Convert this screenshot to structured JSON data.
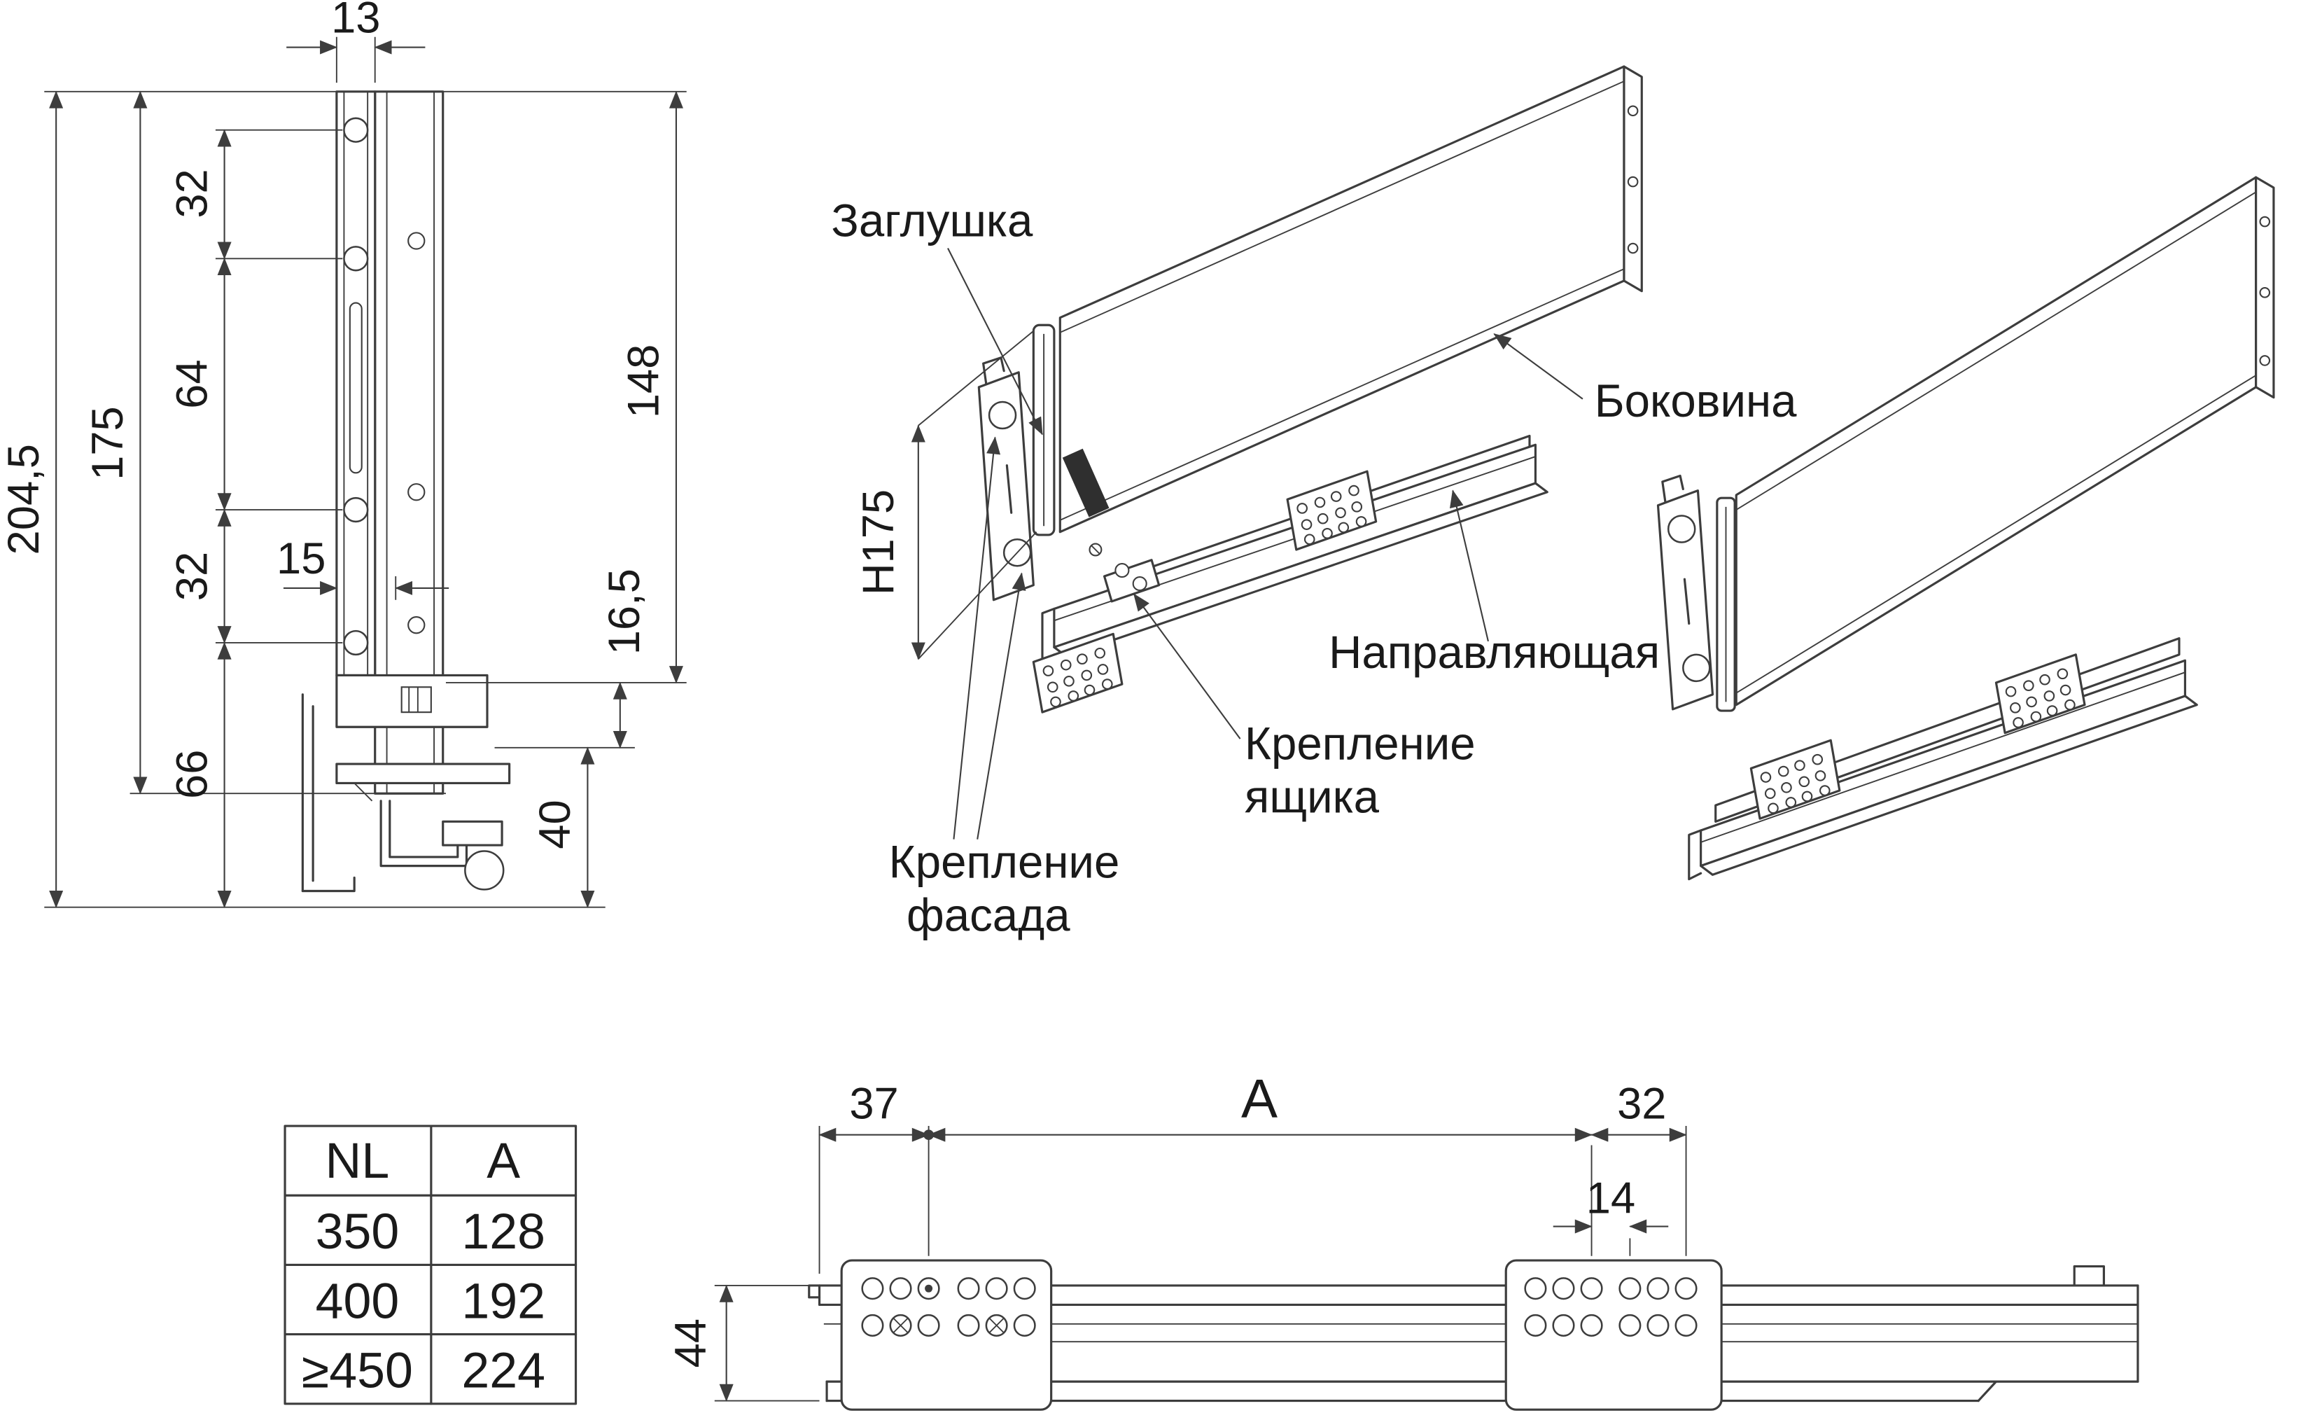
{
  "drawing": {
    "colors": {
      "line": "#3d3d3d",
      "text": "#1a1a1a",
      "background": "#ffffff",
      "badge": "#2f2f2f"
    },
    "side_view": {
      "dim_width_top": "13",
      "dim_total_height": "204,5",
      "dim_height_175": "175",
      "dim_spacing_top": "32",
      "dim_spacing_mid": "64",
      "dim_spacing_low": "32",
      "dim_bottom": "66",
      "dim_front": "15",
      "dim_height_148": "148",
      "dim_height_16_5": "16,5",
      "dim_height_40": "40"
    },
    "exploded_view": {
      "label_cap": "Заглушка",
      "label_side_panel": "Боковина",
      "label_guide_rail": "Направляющая",
      "label_drawer_mount_line1": "Крепление",
      "label_drawer_mount_line2": "ящика",
      "label_facade_mount_line1": "Крепление",
      "label_facade_mount_line2": "фасада",
      "dim_height": "H175"
    },
    "size_table": {
      "headers": [
        "NL",
        "A"
      ],
      "rows": [
        [
          "350",
          "128"
        ],
        [
          "400",
          "192"
        ],
        [
          "≥450",
          "224"
        ]
      ]
    },
    "rail_view": {
      "dim_front": "37",
      "dim_length": "A",
      "dim_back": "32",
      "dim_hole": "14",
      "dim_height": "44"
    }
  }
}
